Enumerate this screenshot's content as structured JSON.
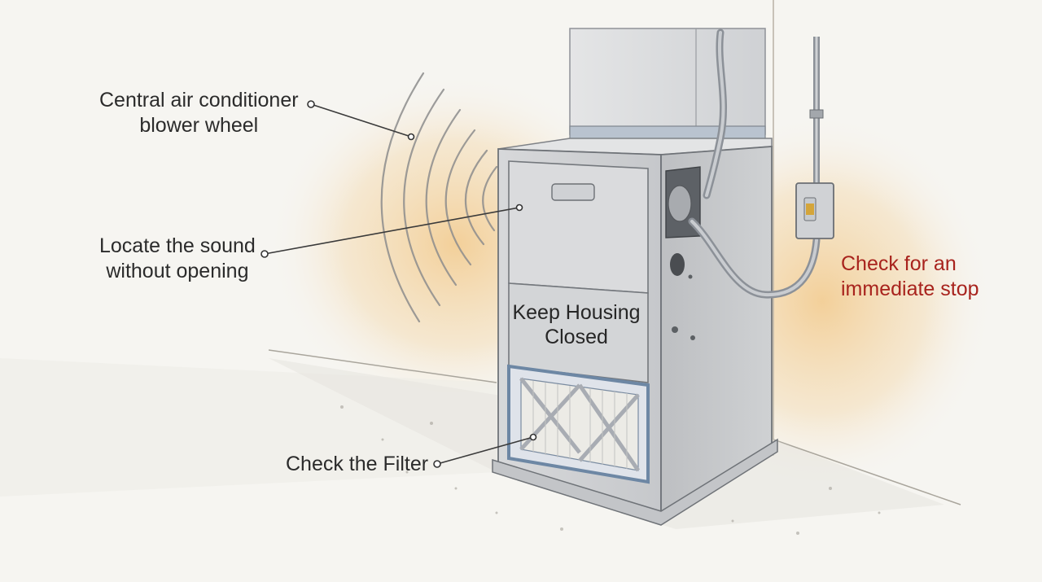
{
  "labels": {
    "blower": {
      "line1": "Central air conditioner",
      "line2": "blower wheel"
    },
    "locate": {
      "line1": "Locate the sound",
      "line2": "without opening"
    },
    "filter": {
      "text": "Check the Filter"
    },
    "stop": {
      "line1": "Check for an",
      "line2": "immediate stop",
      "color": "#a8231d"
    },
    "housing": {
      "line1": "Keep Housing",
      "line2": "Closed"
    }
  }
}
